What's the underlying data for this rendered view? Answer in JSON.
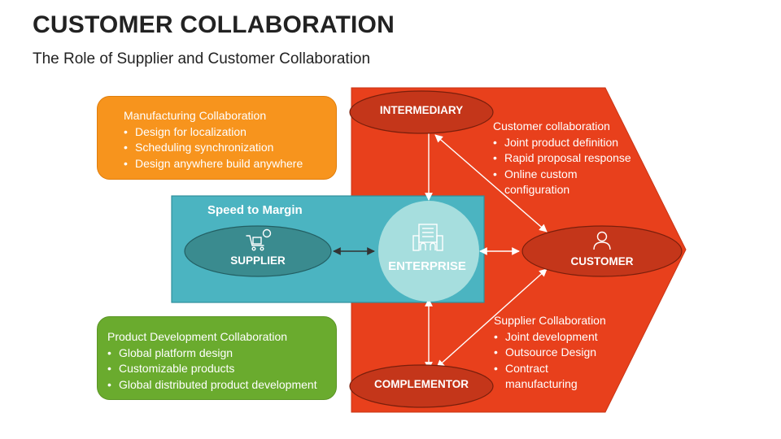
{
  "title": "CUSTOMER COLLABORATION",
  "subtitle": "The Role of Supplier and Customer Collaboration",
  "colors": {
    "chevron": "#e8401c",
    "ellipse": "#c4361a",
    "teal_box": "#4bb4c1",
    "supplier_ellipse": "#3a8b8f",
    "enterprise_circle": "#a6dede",
    "orange_box": "#f7941d",
    "green_box": "#6aab2e"
  },
  "manufacturing_box": {
    "heading": "Manufacturing Collaboration",
    "items": [
      "Design for localization",
      "Scheduling synchronization",
      "Design anywhere build anywhere"
    ]
  },
  "product_dev_box": {
    "heading": "Product Development Collaboration",
    "items": [
      "Global platform design",
      "Customizable products",
      "Global distributed product development"
    ]
  },
  "speed_to_margin": "Speed to Margin",
  "nodes": {
    "intermediary": "INTERMEDIARY",
    "complementor": "COMPLEMENTOR",
    "customer": "CUSTOMER",
    "supplier": "SUPPLIER",
    "enterprise": "ENTERPRISE"
  },
  "customer_collaboration": {
    "heading": "Customer collaboration",
    "items": [
      "Joint product definition",
      "Rapid proposal response",
      "Online custom configuration"
    ]
  },
  "supplier_collaboration": {
    "heading": "Supplier Collaboration",
    "items": [
      "Joint development",
      "Outsource Design",
      "Contract manufacturing"
    ]
  },
  "icons": {
    "supplier": "delivery-cart-icon",
    "enterprise": "office-building-icon",
    "customer": "person-icon"
  }
}
